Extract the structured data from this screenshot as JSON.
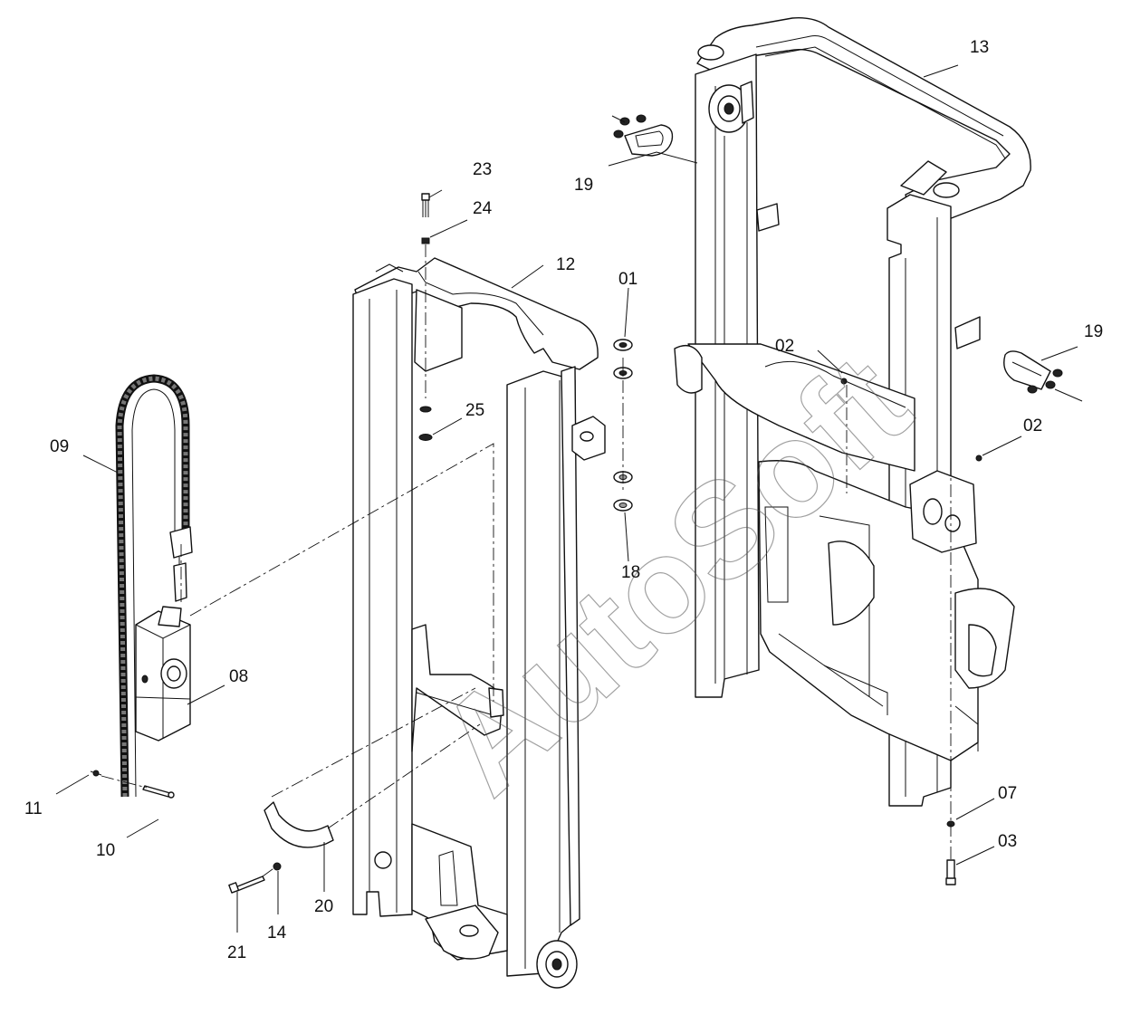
{
  "watermark": "AutoSoft",
  "part_labels": {
    "p01": "01",
    "p02a": "02",
    "p02b": "02",
    "p03": "03",
    "p07": "07",
    "p08": "08",
    "p09": "09",
    "p10": "10",
    "p11": "11",
    "p12": "12",
    "p13": "13",
    "p14": "14",
    "p18": "18",
    "p19a": "19",
    "p19b": "19",
    "p20": "20",
    "p21": "21",
    "p23": "23",
    "p24": "24",
    "p25": "25"
  }
}
